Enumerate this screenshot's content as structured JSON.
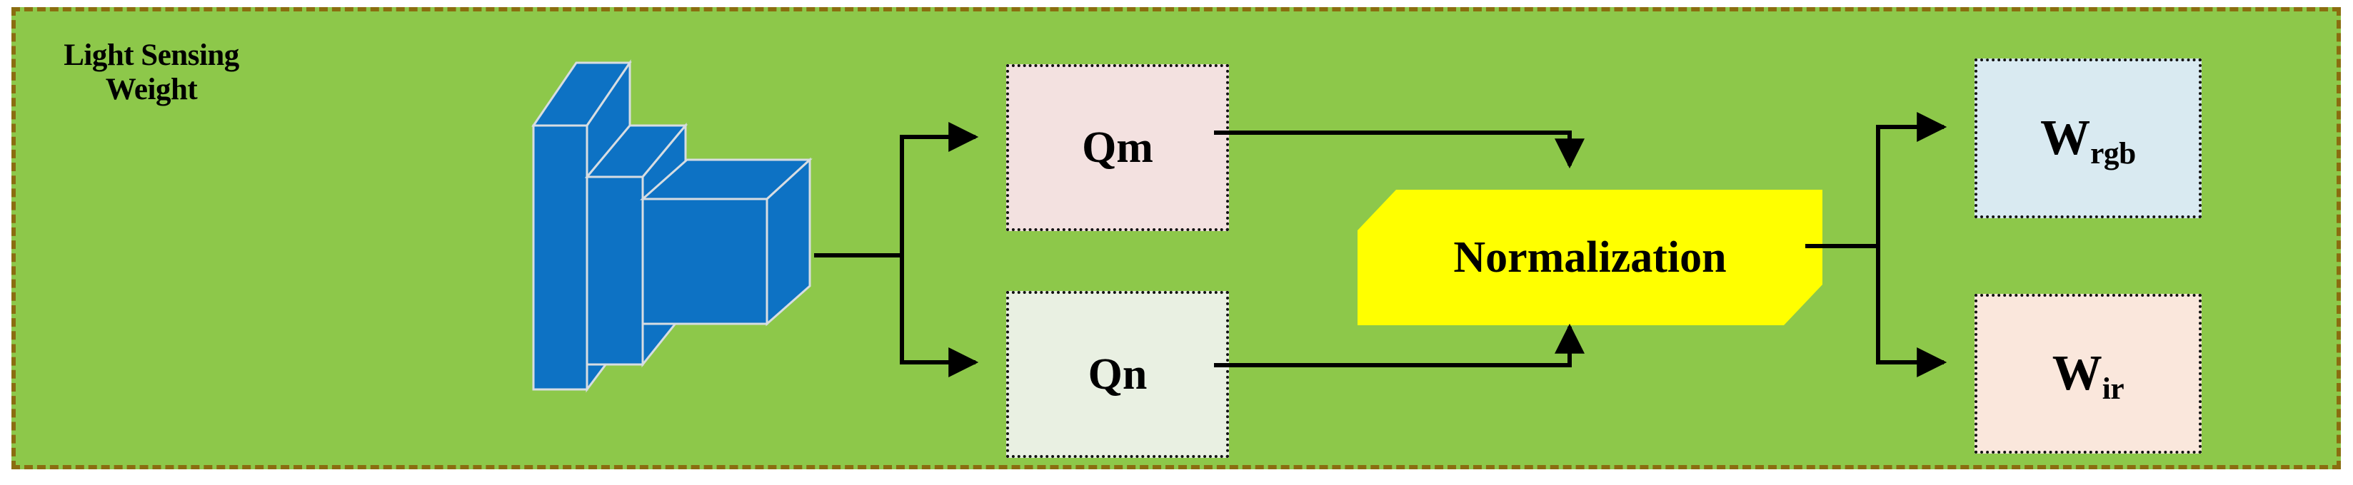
{
  "module": {
    "title": "Light Sensing\nWeight",
    "background_color": "#8dc84a",
    "border_color": "#8a6d10"
  },
  "diagram": {
    "type": "flow",
    "nodes": [
      {
        "id": "conv-stack",
        "label": "",
        "shape": "3d-blocks",
        "fill": "#0d72c4",
        "count": 3
      },
      {
        "id": "qm",
        "label": "Qm",
        "shape": "rect",
        "fill": "#f3e1e0",
        "border": "dotted"
      },
      {
        "id": "qn",
        "label": "Qn",
        "shape": "rect",
        "fill": "#e9f0e2",
        "border": "dotted"
      },
      {
        "id": "normalization",
        "label": "Normalization",
        "shape": "tag-octagon",
        "fill": "#ffff00",
        "border": "none"
      },
      {
        "id": "wrgb",
        "label_base": "W",
        "label_sub": "rgb",
        "shape": "rect",
        "fill": "#d9eaf1",
        "border": "dotted"
      },
      {
        "id": "wir",
        "label_base": "W",
        "label_sub": "ir",
        "shape": "rect",
        "fill": "#fae7dc",
        "border": "dotted"
      }
    ],
    "edges": [
      {
        "from": "conv-stack",
        "to": "qm",
        "style": "elbow-arrow"
      },
      {
        "from": "conv-stack",
        "to": "qn",
        "style": "elbow-arrow"
      },
      {
        "from": "qm",
        "to": "normalization",
        "style": "elbow-arrow"
      },
      {
        "from": "qn",
        "to": "normalization",
        "style": "elbow-arrow"
      },
      {
        "from": "normalization",
        "to": "wrgb",
        "style": "elbow-arrow"
      },
      {
        "from": "normalization",
        "to": "wir",
        "style": "elbow-arrow"
      }
    ],
    "edge_color": "#000000"
  }
}
